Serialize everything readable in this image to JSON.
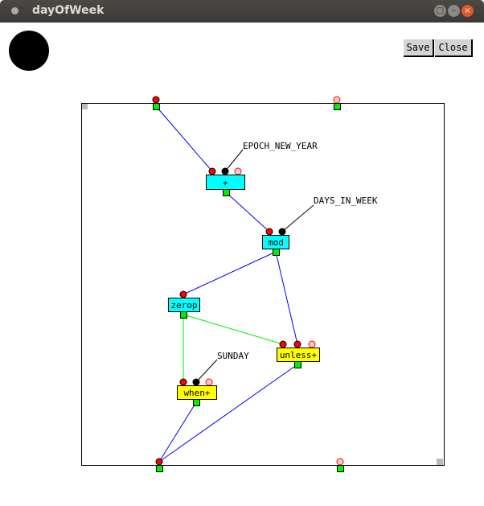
{
  "window": {
    "title": "dayOfWeek"
  },
  "toolbar": {
    "save_label": "Save",
    "close_label": "Close"
  },
  "nodes": {
    "plus": "+",
    "mod": "mod",
    "zerop": "zerop",
    "unless": "unless+",
    "when": "when+"
  },
  "constants": {
    "epoch": "EPOCH_NEW_YEAR",
    "days": "DAYS_IN_WEEK",
    "sunday": "SUNDAY"
  },
  "colors": {
    "function_node": "#00ffff",
    "control_node": "#ffff00",
    "data_wire": "#0000ff",
    "bool_wire": "#00ff00"
  }
}
